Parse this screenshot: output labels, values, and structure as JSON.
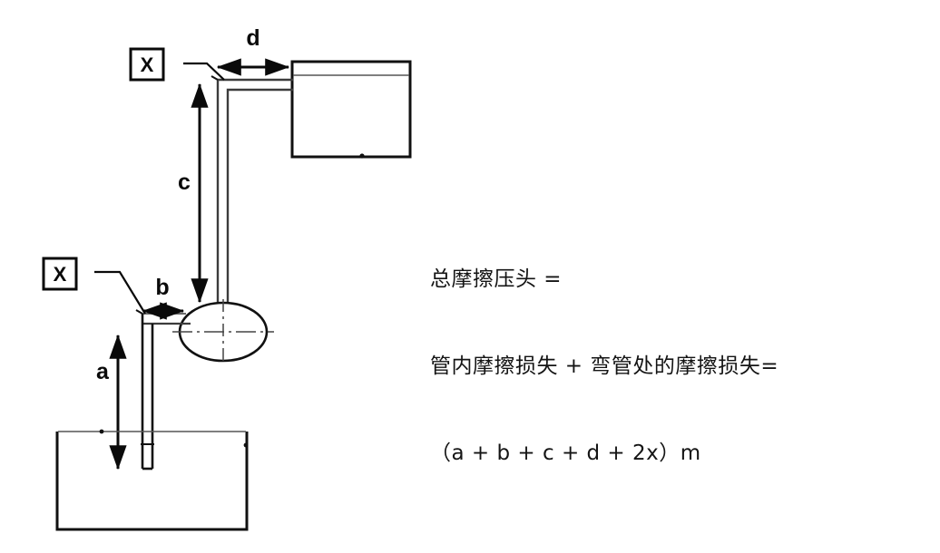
{
  "diagram": {
    "title": "Pumping system friction head diagram",
    "colors": {
      "line": "#111111",
      "pipe": "#3c3c3c",
      "thin": "#555555",
      "background": "#ffffff"
    },
    "labels": {
      "x_top": "X",
      "x_bottom": "X",
      "dim_a": "a",
      "dim_b": "b",
      "dim_c": "c",
      "dim_d": "d"
    },
    "components": {
      "upper_tank": "upper-tank",
      "lower_tank": "lower-tank",
      "pump": "pump-symbol",
      "suction_pipe": "suction-pipe",
      "discharge_pipe": "discharge-pipe",
      "elbow_top": "top-elbow",
      "elbow_bottom": "bottom-elbow"
    }
  },
  "formula": {
    "line1": "总摩擦压头 =",
    "line2": "管内摩擦损失 + 弯管处的摩擦损失=",
    "line3": "（a + b + c + d + 2x）m"
  }
}
